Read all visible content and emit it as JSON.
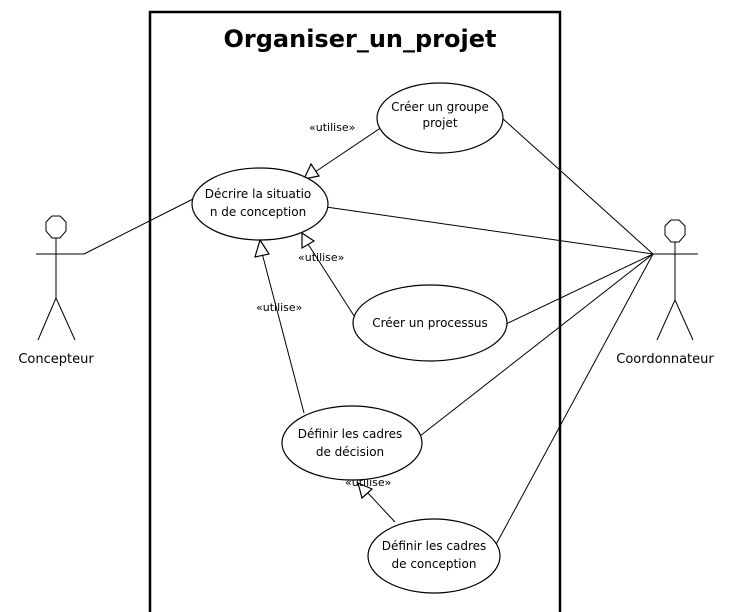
{
  "system": {
    "title": "Organiser_un_projet"
  },
  "actors": {
    "concepteur": "Concepteur",
    "coordonnateur": "Coordonnateur"
  },
  "use_cases": {
    "creer_groupe": [
      "Créer un groupe",
      "projet"
    ],
    "decrire_situation": [
      "Décrire la situatio",
      "n de conception"
    ],
    "creer_processus": [
      "Créer un processus"
    ],
    "definir_decision": [
      "Définir les cadres",
      "de décision"
    ],
    "definir_conception": [
      "Définir les cadres",
      "de conception"
    ]
  },
  "relations": {
    "utilise_1": "«utilise»",
    "utilise_2": "«utilise»",
    "utilise_3": "«utilise»",
    "utilise_4": "«utilise»"
  }
}
